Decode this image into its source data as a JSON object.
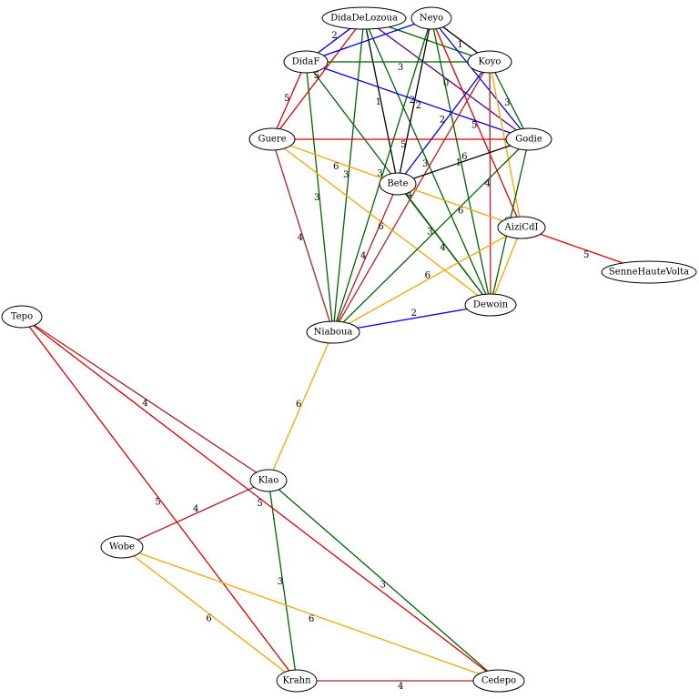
{
  "colors": {
    "red": "#e00000",
    "brown": "#b22222",
    "orange": "#f4a700",
    "green": "#006400",
    "blue": "#0000dd",
    "black": "#000000",
    "purple": "#5a0080"
  },
  "nodes": [
    {
      "id": "DidaDeLozoua",
      "label": "DidaDeLozoua"
    },
    {
      "id": "Neyo",
      "label": "Neyo"
    },
    {
      "id": "DidaF",
      "label": "DidaF"
    },
    {
      "id": "Koyo",
      "label": "Koyo"
    },
    {
      "id": "Guere",
      "label": "Guere"
    },
    {
      "id": "Godie",
      "label": "Godie"
    },
    {
      "id": "Bete",
      "label": "Bete"
    },
    {
      "id": "AiziCdI",
      "label": "AiziCdI"
    },
    {
      "id": "SenneHauteVolta",
      "label": "SenneHauteVolta"
    },
    {
      "id": "Dewoin",
      "label": "Dewoin"
    },
    {
      "id": "Niaboua",
      "label": "Niaboua"
    },
    {
      "id": "Tepo",
      "label": "Tepo"
    },
    {
      "id": "Klao",
      "label": "Klao"
    },
    {
      "id": "Wobe",
      "label": "Wobe"
    },
    {
      "id": "Krahn",
      "label": "Krahn"
    },
    {
      "id": "Cedepo",
      "label": "Cedepo"
    }
  ],
  "edges": [
    {
      "from": "DidaDeLozoua",
      "to": "DidaF",
      "label": "2",
      "color": "blue"
    },
    {
      "from": "DidaDeLozoua",
      "to": "Guere",
      "label": "5",
      "color": "red"
    },
    {
      "from": "DidaDeLozoua",
      "to": "Bete",
      "label": "1",
      "color": "black"
    },
    {
      "from": "DidaDeLozoua",
      "to": "Godie",
      "label": "0",
      "color": "purple"
    },
    {
      "from": "DidaDeLozoua",
      "to": "Niaboua",
      "label": "3",
      "color": "green"
    },
    {
      "from": "DidaDeLozoua",
      "to": "Dewoin",
      "label": "3",
      "color": "green"
    },
    {
      "from": "DidaDeLozoua",
      "to": "Koyo",
      "label": "",
      "color": "green"
    },
    {
      "from": "Neyo",
      "to": "DidaF",
      "label": "",
      "color": "blue"
    },
    {
      "from": "Neyo",
      "to": "Koyo",
      "label": "1",
      "color": "black"
    },
    {
      "from": "Neyo",
      "to": "Godie",
      "label": "",
      "color": "blue"
    },
    {
      "from": "Neyo",
      "to": "Bete",
      "label": "2",
      "color": "black"
    },
    {
      "from": "Neyo",
      "to": "AiziCdI",
      "label": "5",
      "color": "red"
    },
    {
      "from": "Neyo",
      "to": "Dewoin",
      "label": "1",
      "color": "green"
    },
    {
      "from": "Neyo",
      "to": "Niaboua",
      "label": "3",
      "color": "green"
    },
    {
      "from": "DidaF",
      "to": "Koyo",
      "label": "3",
      "color": "green"
    },
    {
      "from": "DidaF",
      "to": "Guere",
      "label": "5",
      "color": "red"
    },
    {
      "from": "DidaF",
      "to": "Godie",
      "label": "2",
      "color": "blue"
    },
    {
      "from": "DidaF",
      "to": "Dewoin",
      "label": "3",
      "color": "green"
    },
    {
      "from": "DidaF",
      "to": "Niaboua",
      "label": "3",
      "color": "green"
    },
    {
      "from": "Koyo",
      "to": "Bete",
      "label": "2",
      "color": "blue"
    },
    {
      "from": "Koyo",
      "to": "Godie",
      "label": "3",
      "color": "green"
    },
    {
      "from": "Koyo",
      "to": "Dewoin",
      "label": "4",
      "color": "brown"
    },
    {
      "from": "Koyo",
      "to": "Niaboua",
      "label": "4",
      "color": "brown"
    },
    {
      "from": "Koyo",
      "to": "AiziCdI",
      "label": "",
      "color": "orange"
    },
    {
      "from": "Guere",
      "to": "Godie",
      "label": "5",
      "color": "red"
    },
    {
      "from": "Guere",
      "to": "Bete",
      "label": "6",
      "color": "orange"
    },
    {
      "from": "Guere",
      "to": "Dewoin",
      "label": "6",
      "color": "orange"
    },
    {
      "from": "Guere",
      "to": "Niaboua",
      "label": "4",
      "color": "brown"
    },
    {
      "from": "Godie",
      "to": "Bete",
      "label": "6",
      "color": "black"
    },
    {
      "from": "Godie",
      "to": "Niaboua",
      "label": "3",
      "color": "green"
    },
    {
      "from": "Godie",
      "to": "Dewoin",
      "label": "6",
      "color": "green"
    },
    {
      "from": "Bete",
      "to": "AiziCdI",
      "label": "6",
      "color": "orange"
    },
    {
      "from": "Bete",
      "to": "Niaboua",
      "label": "4",
      "color": "brown"
    },
    {
      "from": "Bete",
      "to": "Dewoin",
      "label": "4",
      "color": "green"
    },
    {
      "from": "AiziCdI",
      "to": "SenneHauteVolta",
      "label": "5",
      "color": "red"
    },
    {
      "from": "AiziCdI",
      "to": "Dewoin",
      "label": "",
      "color": "orange"
    },
    {
      "from": "AiziCdI",
      "to": "Niaboua",
      "label": "6",
      "color": "orange"
    },
    {
      "from": "Dewoin",
      "to": "Niaboua",
      "label": "2",
      "color": "blue"
    },
    {
      "from": "Niaboua",
      "to": "Klao",
      "label": "6",
      "color": "orange"
    },
    {
      "from": "Tepo",
      "to": "Klao",
      "label": "4",
      "color": "brown"
    },
    {
      "from": "Tepo",
      "to": "Krahn",
      "label": "5",
      "color": "red"
    },
    {
      "from": "Tepo",
      "to": "Cedepo",
      "label": "5",
      "color": "red"
    },
    {
      "from": "Klao",
      "to": "Wobe",
      "label": "4",
      "color": "brown"
    },
    {
      "from": "Klao",
      "to": "Krahn",
      "label": "3",
      "color": "green"
    },
    {
      "from": "Klao",
      "to": "Cedepo",
      "label": "3",
      "color": "green"
    },
    {
      "from": "Wobe",
      "to": "Krahn",
      "label": "6",
      "color": "orange"
    },
    {
      "from": "Wobe",
      "to": "Cedepo",
      "label": "6",
      "color": "orange"
    },
    {
      "from": "Krahn",
      "to": "Cedepo",
      "label": "4",
      "color": "brown"
    }
  ]
}
